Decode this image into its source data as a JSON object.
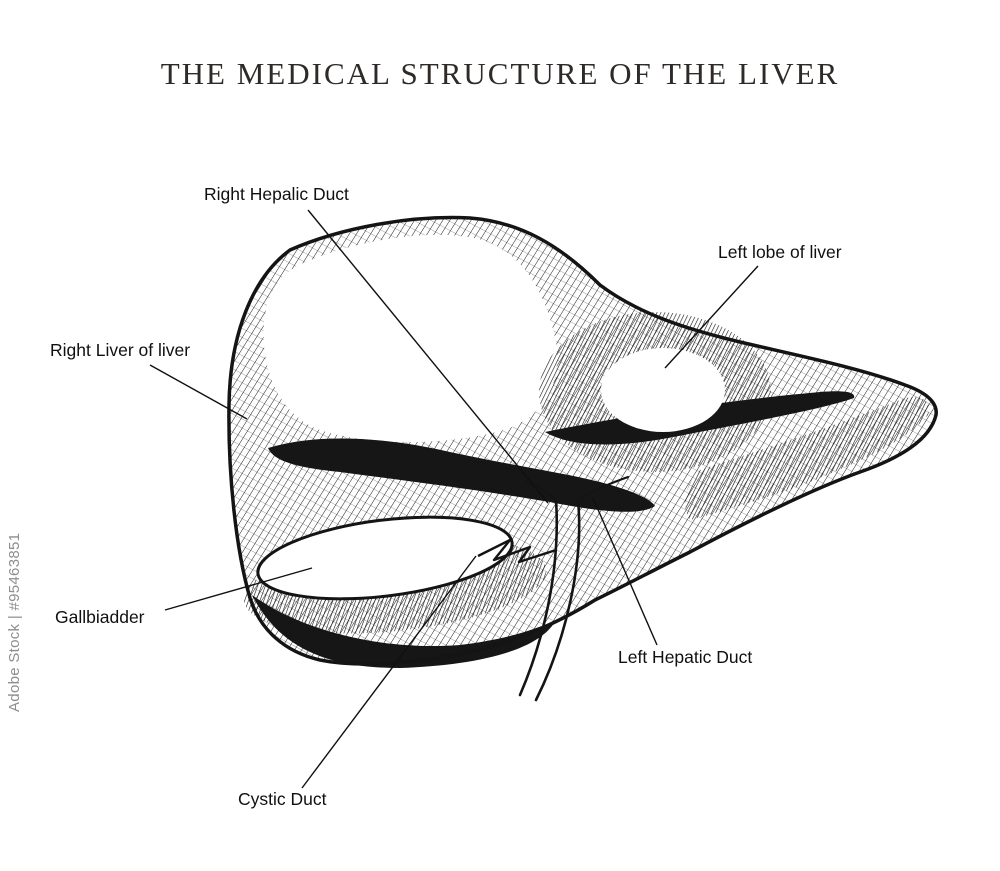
{
  "title": "THE MEDICAL STRUCTURE OF THE LIVER",
  "watermark": "Adobe Stock | #95463851",
  "labels": {
    "right_hepatic_duct": "Right Hepalic Duct",
    "left_lobe": "Left lobe of liver",
    "right_lobe": "Right Liver of liver",
    "gallbladder": "Gallbiadder",
    "left_hepatic_duct": "Left Hepatic Duct",
    "cystic_duct": "Cystic Duct"
  },
  "colors": {
    "ink": "#161616",
    "background": "#ffffff",
    "watermark_gray": "#8e8e8e"
  }
}
